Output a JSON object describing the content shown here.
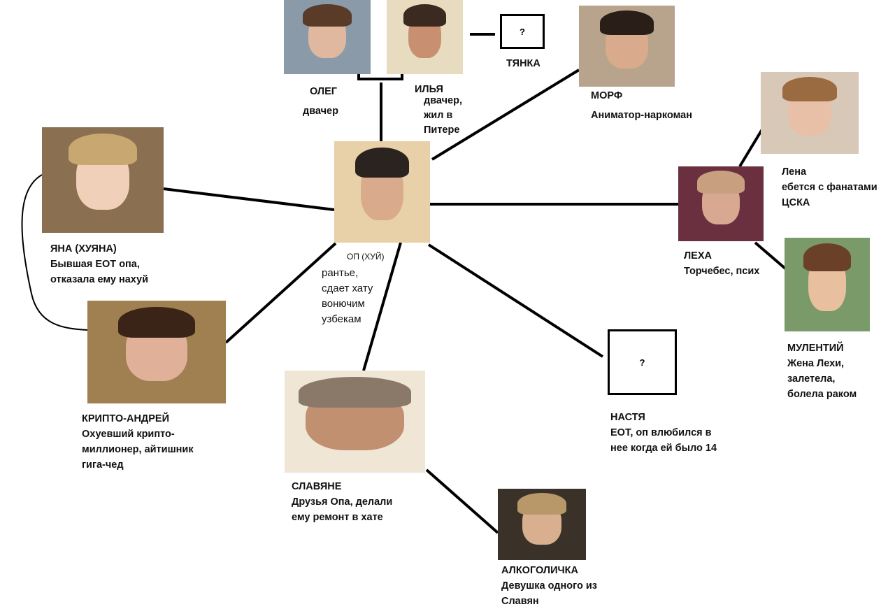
{
  "nodes": {
    "op": {
      "name": "ОП (ХУЙ)",
      "desc": [
        "рантье,",
        "сдает хату",
        "вонючим",
        "узбекам"
      ]
    },
    "oleg": {
      "name": "ОЛЕГ",
      "desc": [
        "двачер"
      ]
    },
    "ilya": {
      "name": "ИЛЬЯ",
      "desc": [
        "двачер,",
        "жил в",
        "Питере"
      ]
    },
    "tyanka": {
      "name": "ТЯНКА",
      "mark": "?"
    },
    "morf": {
      "name": "МОРФ",
      "desc": [
        "Аниматор-наркоман"
      ]
    },
    "lena": {
      "name": "Лена",
      "desc": [
        "ебется с фанатами",
        "ЦСКА"
      ]
    },
    "leha": {
      "name": "ЛЕХА",
      "desc": [
        "Торчебес, псих"
      ]
    },
    "mulentiy": {
      "name": "МУЛЕНТИЙ",
      "desc": [
        "Жена Лехи,",
        "залетела,",
        "болела раком"
      ]
    },
    "yana": {
      "name": "ЯНА (ХУЯНА)",
      "desc": [
        "Бывшая ЕОТ опа,",
        "отказала ему нахуй"
      ]
    },
    "kripto": {
      "name": "КРИПТО-АНДРЕЙ",
      "desc": [
        "Охуевший крипто-",
        "миллионер, айтишник",
        "гига-чед"
      ]
    },
    "slavyane": {
      "name": "СЛАВЯНЕ",
      "desc": [
        "Друзья Опа, делали",
        "ему ремонт в хате"
      ]
    },
    "alko": {
      "name": "АЛКОГОЛИЧКА",
      "desc": [
        "Девушка одного из",
        "Славян"
      ]
    },
    "nastya": {
      "name": "НАСТЯ",
      "mark": "?",
      "desc": [
        "ЕОТ, оп влюбился в",
        "нее когда ей было 14"
      ]
    }
  }
}
